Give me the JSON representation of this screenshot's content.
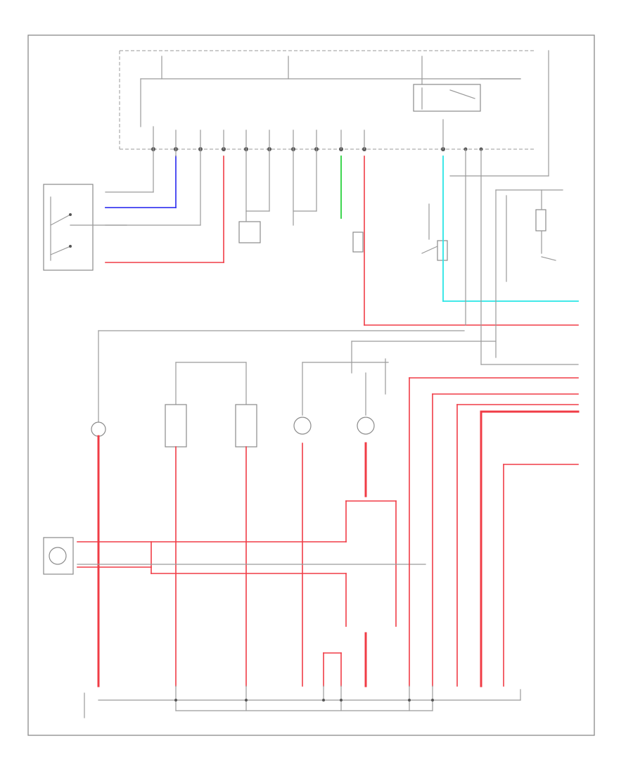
{
  "footer": {
    "page_label": ""
  },
  "blocks": [
    {
      "key": "pwr_ign",
      "text": ""
    },
    {
      "key": "underhood_fuse_box",
      "text": ""
    },
    {
      "key": "hot_acc",
      "text": ""
    },
    {
      "key": "fuse_a",
      "text": ""
    },
    {
      "key": "fuse_b",
      "text": ""
    },
    {
      "key": "fuse_c",
      "text": ""
    },
    {
      "key": "ecm_pcm",
      "text": ""
    },
    {
      "key": "relay_label",
      "text": ""
    },
    {
      "key": "headlight_sw",
      "text": ""
    },
    {
      "key": "combination_light_sw",
      "text": ""
    },
    {
      "key": "note_1",
      "text": ""
    },
    {
      "key": "note_2",
      "text": ""
    },
    {
      "key": "main_relay",
      "text": ""
    },
    {
      "key": "sensor_left",
      "text": ""
    },
    {
      "key": "sensor_mid",
      "text": ""
    },
    {
      "key": "joint_connector",
      "text": ""
    },
    {
      "key": "resistor_1",
      "text": ""
    },
    {
      "key": "lamp_control",
      "text": ""
    },
    {
      "key": "power_control",
      "text": ""
    },
    {
      "key": "relay_right",
      "text": ""
    },
    {
      "key": "circuit_right",
      "text": ""
    },
    {
      "key": "bulb_1",
      "text": ""
    },
    {
      "key": "bulb_2",
      "text": ""
    },
    {
      "key": "bulb_3",
      "text": ""
    },
    {
      "key": "bulb_4",
      "text": ""
    },
    {
      "key": "bulb_5",
      "text": ""
    },
    {
      "key": "dimmer_switch",
      "text": ""
    },
    {
      "key": "connector_mid",
      "text": ""
    },
    {
      "key": "ground_label",
      "text": ""
    }
  ]
}
